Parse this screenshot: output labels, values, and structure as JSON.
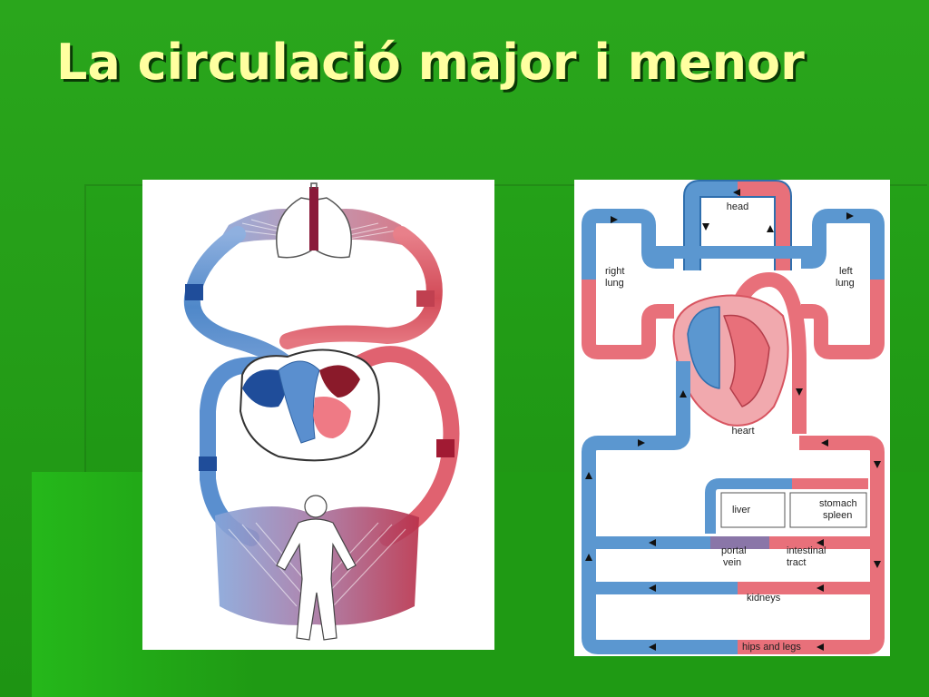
{
  "slide": {
    "title": "La circulació major i menor"
  },
  "right_diagram": {
    "labels": {
      "head": "head",
      "right_lung_1": "right",
      "right_lung_2": "lung",
      "left_lung_1": "left",
      "left_lung_2": "lung",
      "heart": "heart",
      "liver": "liver",
      "stomach": "stomach",
      "spleen": "spleen",
      "portal_1": "portal",
      "portal_2": "vein",
      "intestinal_1": "intestinal",
      "intestinal_2": "tract",
      "kidneys": "kidneys",
      "hips_legs": "hips and legs"
    }
  },
  "colors": {
    "oxygenated": "#e8707a",
    "deoxygenated": "#5b97d0",
    "background": "#1f9a14",
    "title": "#ffffa0"
  }
}
